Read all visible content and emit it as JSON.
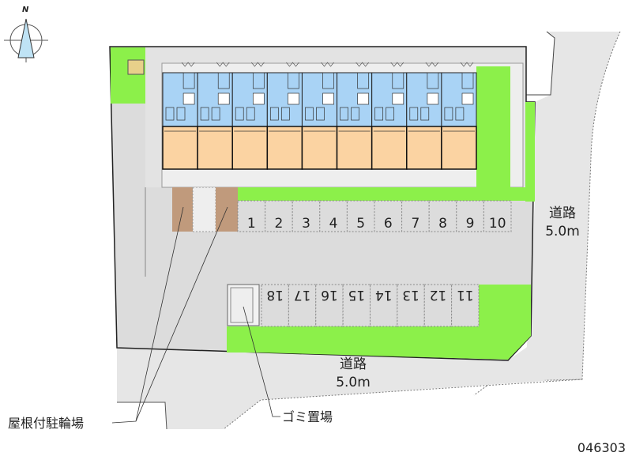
{
  "compass": {
    "label": "N"
  },
  "roads": [
    {
      "name": "道路",
      "width": "5.0m"
    },
    {
      "name": "道路",
      "width": "5.0m"
    }
  ],
  "parking_top": [
    "1",
    "2",
    "3",
    "4",
    "5",
    "6",
    "7",
    "8",
    "9",
    "10"
  ],
  "parking_bottom": [
    "18",
    "17",
    "16",
    "15",
    "14",
    "13",
    "12",
    "11"
  ],
  "labels": {
    "bicycle_parking": "屋根付駐輪場",
    "garbage": "ゴミ置場"
  },
  "property_id": "046303",
  "unit_count": 9,
  "colors": {
    "green": "#8cf04a",
    "road": "#e6e6e6",
    "lot": "#dcdcdc",
    "blue": "#a9d3f5",
    "orange": "#fbd3a2",
    "brown": "#c09a7c"
  }
}
